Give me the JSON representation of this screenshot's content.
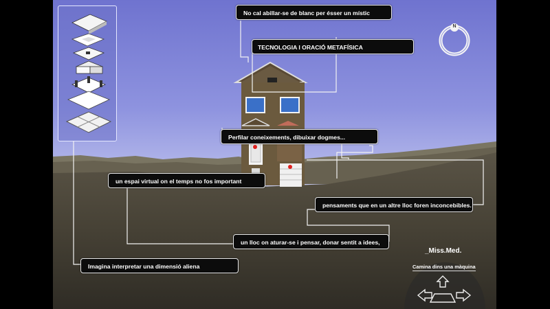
{
  "callouts": {
    "mystic": "No cal abillar-se de blanc per ésser un místic",
    "technology": "TECNOLOGIA I ORACIÓ METAFÍSICA",
    "profile": "Perfilar coneixements,  dibuixar dogmes...",
    "virtual_space": "un espai virtual on el temps no fos important",
    "thoughts": "pensaments que en un altre lloc foren inconcebibles.",
    "place": "un lloc on aturar-se i pensar, donar sentit a idees,",
    "imagine": "Imagina interpretar una dimensió aliena"
  },
  "compass": {
    "label": "N"
  },
  "nav": {
    "author": "_Miss.Med.",
    "subtitle": "Camina dins una màquina"
  },
  "colors": {
    "sky_top": "#6f73cf",
    "ground": "#4a4538",
    "callout_bg": "#0c0c0c",
    "marker": "#e0201e"
  },
  "icons": [
    "building-layer-roof-icon",
    "building-layer-floor-icon",
    "building-layer-walls-icon",
    "building-layer-base-icon",
    "compass-icon",
    "arrow-up-icon",
    "arrow-left-icon",
    "arrow-right-icon",
    "arrow-down-icon"
  ]
}
